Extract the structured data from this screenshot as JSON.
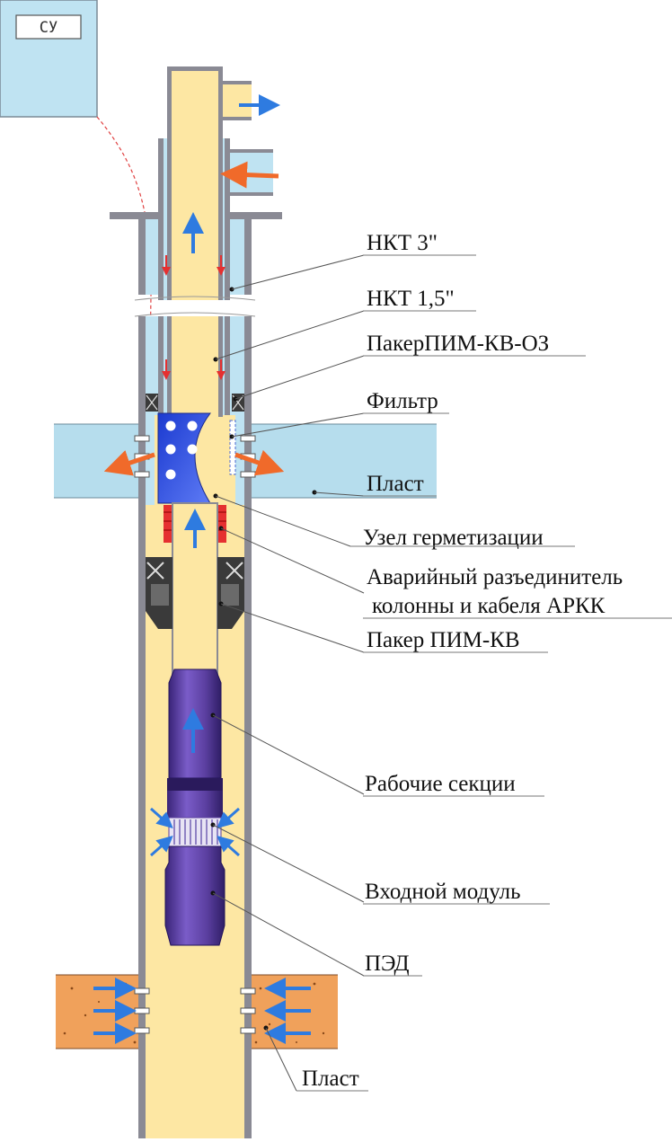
{
  "control_box": {
    "label": "СУ"
  },
  "labels": [
    {
      "id": "nkt3",
      "text": "НКТ 3\""
    },
    {
      "id": "nkt15",
      "text": "НКТ 1,5\""
    },
    {
      "id": "packer_oz",
      "text": "ПакерПИМ-КВ-ОЗ"
    },
    {
      "id": "filter",
      "text": "Фильтр"
    },
    {
      "id": "plast_upper",
      "text": "Пласт"
    },
    {
      "id": "seal_unit",
      "text": "Узел герметизации"
    },
    {
      "id": "disconnector_1",
      "text": "Аварийный разъединитель"
    },
    {
      "id": "disconnector_2",
      "text": "колонны и кабеля АРКК"
    },
    {
      "id": "packer_kv",
      "text": "Пакер ПИМ-КВ"
    },
    {
      "id": "work_sections",
      "text": "Рабочие секции"
    },
    {
      "id": "inlet_module",
      "text": "Входной модуль"
    },
    {
      "id": "motor",
      "text": "ПЭД"
    },
    {
      "id": "plast_lower",
      "text": "Пласт"
    }
  ],
  "colors": {
    "fluid": "#FDE7A3",
    "casing": "#8A8A94",
    "annulus_water": "#BFE3F2",
    "formation_upper": "#B6DDED",
    "formation_lower": "#F0A15B",
    "pump": "#5B3FA0",
    "packer_body": "#3A3A3A",
    "seal_red": "#E53030",
    "filter_blue": "#2C4FE0",
    "flow_blue": "#2E7BE0",
    "flow_orange": "#F06A2A"
  }
}
